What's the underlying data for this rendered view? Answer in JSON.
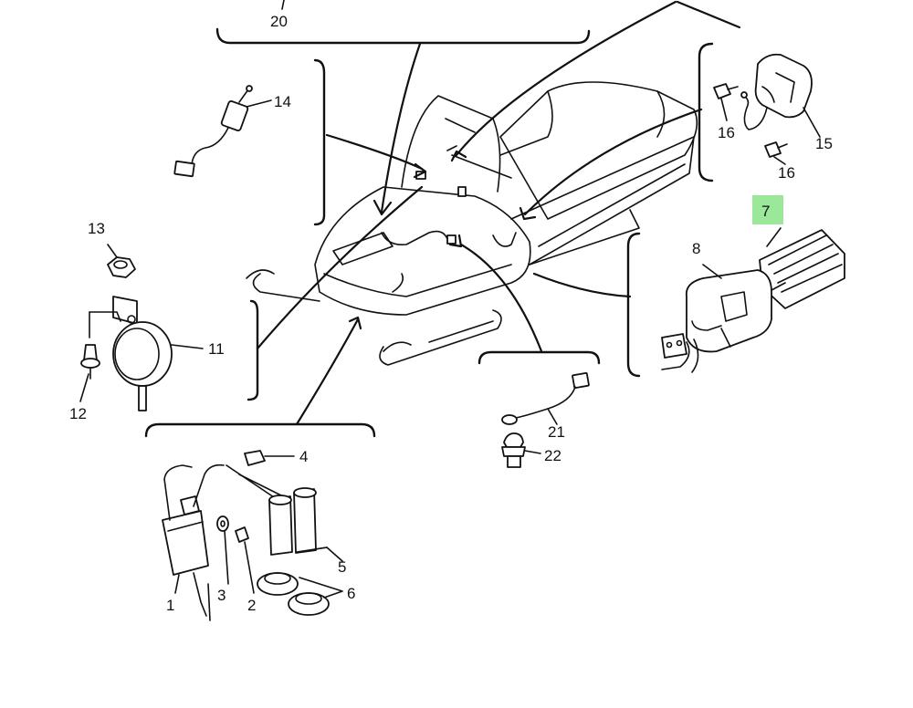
{
  "diagram": {
    "highlight_color": "#9be89b",
    "line_color": "#111111",
    "callouts": [
      {
        "id": "c20",
        "text": "20"
      },
      {
        "id": "c14",
        "text": "14"
      },
      {
        "id": "c16a",
        "text": "16"
      },
      {
        "id": "c15",
        "text": "15"
      },
      {
        "id": "c16b",
        "text": "16"
      },
      {
        "id": "c7",
        "text": "7",
        "highlighted": true
      },
      {
        "id": "c13",
        "text": "13"
      },
      {
        "id": "c8",
        "text": "8"
      },
      {
        "id": "c11",
        "text": "11"
      },
      {
        "id": "c12",
        "text": "12"
      },
      {
        "id": "c21",
        "text": "21"
      },
      {
        "id": "c22",
        "text": "22"
      },
      {
        "id": "c4",
        "text": "4"
      },
      {
        "id": "c5",
        "text": "5"
      },
      {
        "id": "c3",
        "text": "3"
      },
      {
        "id": "c6",
        "text": "6"
      },
      {
        "id": "c1",
        "text": "1"
      },
      {
        "id": "c2",
        "text": "2"
      }
    ]
  }
}
